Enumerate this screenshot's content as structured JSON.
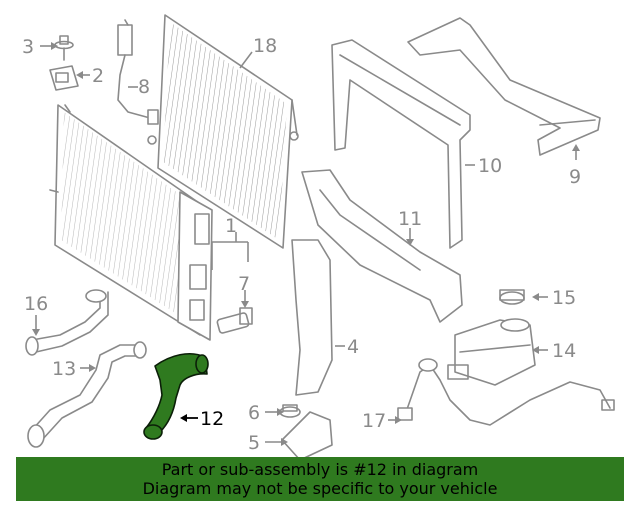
{
  "diagram": {
    "callouts": [
      "1",
      "2",
      "3",
      "4",
      "5",
      "6",
      "7",
      "8",
      "9",
      "10",
      "11",
      "12",
      "13",
      "14",
      "15",
      "16",
      "17",
      "18"
    ],
    "highlighted_part": "12",
    "colors": {
      "highlight": "#2f7a1f",
      "line_art": "#8a8a8a",
      "banner": "#2f7a1f"
    }
  },
  "banner": {
    "line1": "Part or sub-assembly is #12 in diagram",
    "line2": "Diagram may not be specific to your vehicle"
  }
}
